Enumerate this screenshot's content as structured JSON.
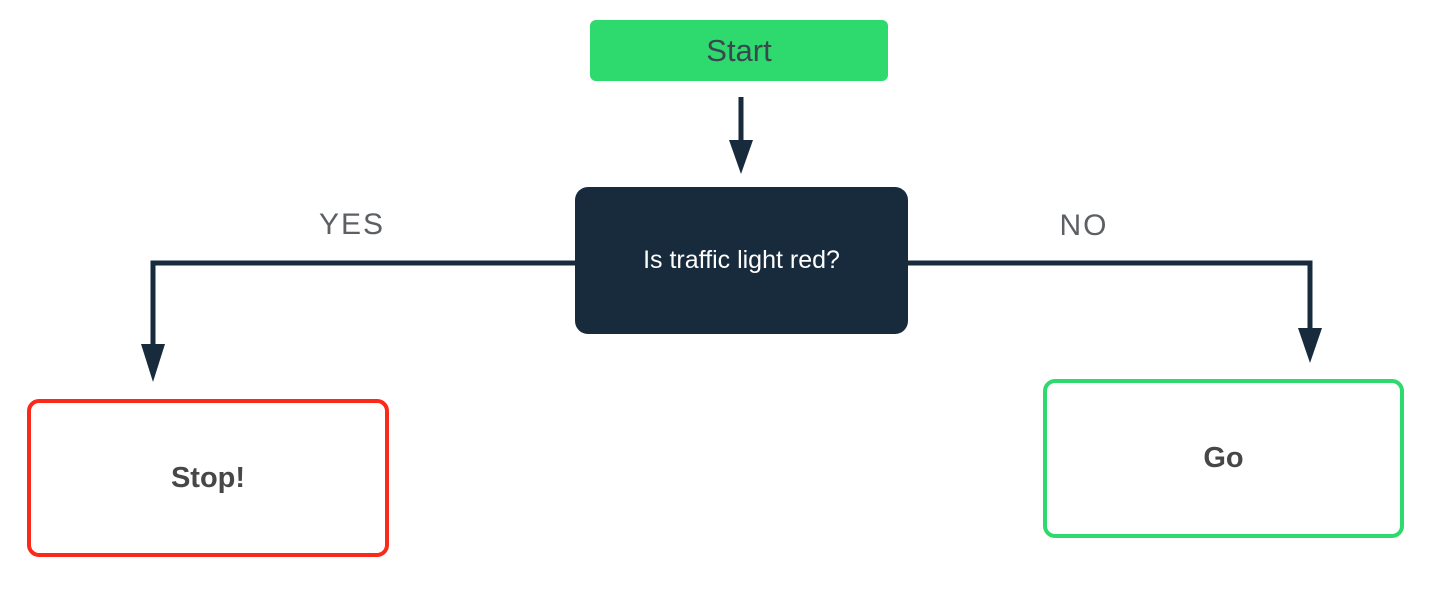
{
  "flowchart": {
    "nodes": [
      {
        "id": "start",
        "label": "Start",
        "shape": "rounded-rect",
        "fill": "#2ED96E",
        "text_color": "#3A474F"
      },
      {
        "id": "decision",
        "label": "Is traffic light red?",
        "shape": "rounded-rect",
        "fill": "#182B3D",
        "text_color": "#FDFDFD"
      },
      {
        "id": "stop",
        "label": "Stop!",
        "shape": "rounded-rect-outline",
        "border_color": "#FB291A",
        "text_color": "#474747"
      },
      {
        "id": "go",
        "label": "Go",
        "shape": "rounded-rect-outline",
        "border_color": "#2ED96E",
        "text_color": "#474747"
      }
    ],
    "edges": [
      {
        "from": "start",
        "to": "decision",
        "label": ""
      },
      {
        "from": "decision",
        "to": "stop",
        "label": "YES"
      },
      {
        "from": "decision",
        "to": "go",
        "label": "NO"
      }
    ],
    "colors": {
      "background": "#FFFFFF",
      "connector": "#182B3D",
      "navy": "#182B3D",
      "green": "#2ED96E",
      "red": "#FB291A",
      "edge_label": "#5C6064",
      "start_text": "#3A474F",
      "decision_text": "#FDFDFD",
      "outcome_text": "#474747"
    }
  }
}
